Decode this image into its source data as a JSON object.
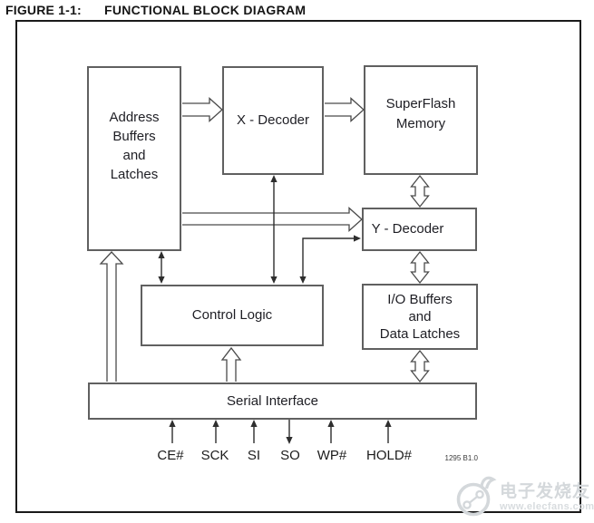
{
  "header": {
    "figure_label": "FIGURE 1-1:",
    "figure_title": "FUNCTIONAL BLOCK DIAGRAM"
  },
  "diagram": {
    "blocks": {
      "address_buffers": {
        "label": "Address\nBuffers\nand\nLatches"
      },
      "x_decoder": {
        "label": "X - Decoder"
      },
      "superflash_memory": {
        "label": "SuperFlash\nMemory"
      },
      "y_decoder": {
        "label": "Y - Decoder"
      },
      "control_logic": {
        "label": "Control Logic"
      },
      "io_buffers": {
        "label": "I/O Buffers\nand\nData Latches"
      },
      "serial_interface": {
        "label": "Serial Interface"
      }
    },
    "signals": [
      {
        "label": "CE#",
        "direction": "in"
      },
      {
        "label": "SCK",
        "direction": "in"
      },
      {
        "label": "SI",
        "direction": "in"
      },
      {
        "label": "SO",
        "direction": "out"
      },
      {
        "label": "WP#",
        "direction": "in"
      },
      {
        "label": "HOLD#",
        "direction": "in"
      }
    ],
    "figure_number": "1295 B1.0"
  },
  "watermark": {
    "brand": "电子发烧友",
    "url": "www.elecfans.com"
  },
  "colors": {
    "frame_border": "#1a1a1a",
    "box_border": "#606060",
    "arrow_line": "#2e2e2e",
    "text": "#1e1e24",
    "watermark": "#d6dadd"
  }
}
